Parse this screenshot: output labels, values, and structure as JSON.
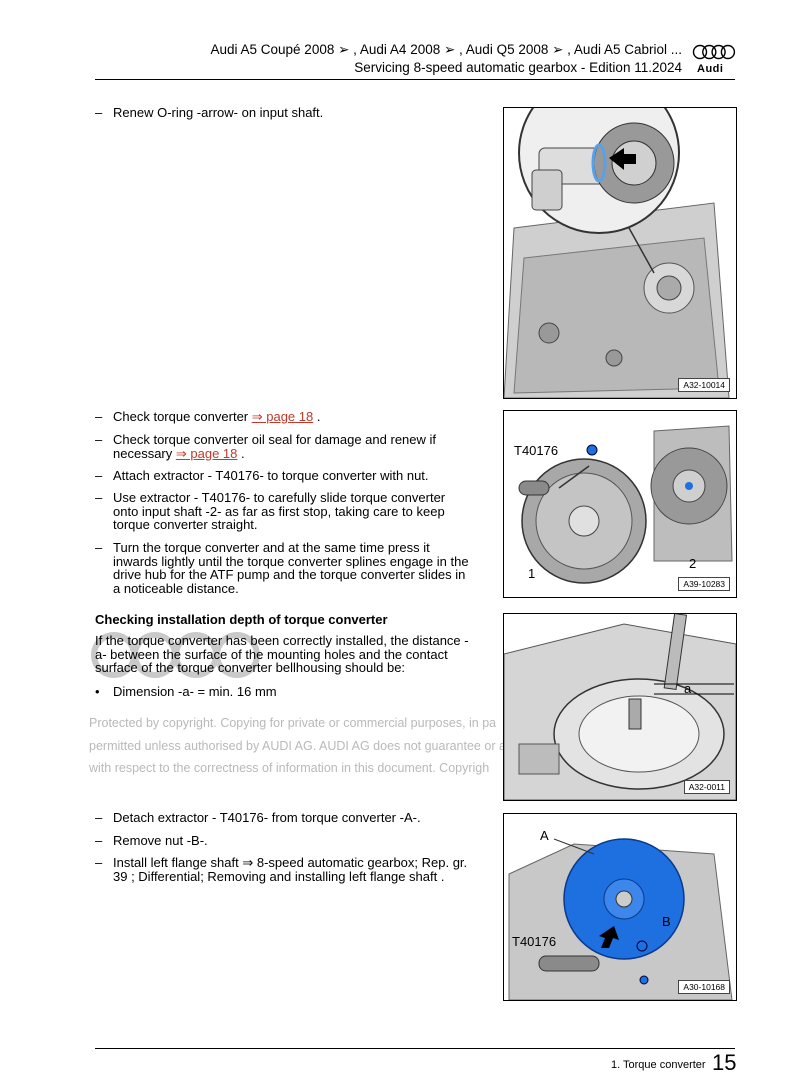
{
  "header": {
    "title_line": "Audi A5 Coupé 2008 ➢ , Audi A4 2008 ➢ , Audi Q5 2008 ➢ , Audi A5 Cabriol ...",
    "subtitle_line": "Servicing 8-speed automatic gearbox - Edition 11.2024",
    "logo_word": "Audi"
  },
  "steps": {
    "s1": "Renew O-ring -arrow- on input shaft.",
    "s2_pre": "Check torque converter ",
    "s2_link": "⇒ page 18",
    "s2_post": " .",
    "s3_pre": "Check torque converter oil seal for damage and renew if necessary ",
    "s3_link": "⇒ page 18",
    "s3_post": " .",
    "s4": "Attach extractor - T40176- to torque converter with nut.",
    "s5": "Use extractor - T40176- to carefully slide torque converter onto input shaft -2- as far as first stop, taking care to keep torque converter straight.",
    "s6": "Turn the torque converter and at the same time press it inwards lightly until the torque converter splines engage in the drive hub for the ATF pump and the torque converter slides in a noticeable distance.",
    "s7": "Detach extractor - T40176- from torque converter -A-.",
    "s8": "Remove nut -B-.",
    "s9": "Install left flange shaft ⇒  8-speed automatic gearbox; Rep. gr.  39 ; Differential; Removing and installing left flange shaft .",
    "dash": "–"
  },
  "section": {
    "heading": "Checking installation depth of torque converter",
    "paragraph": "If the torque converter has been correctly installed, the distance -a- between the surface of the mounting holes and the contact surface of the torque converter bellhousing should be:",
    "bullet_mark": "•",
    "bullet": "Dimension -a- = min. 16 mm"
  },
  "watermark": {
    "line1": "Protected by copyright. Copying for private or commercial purposes, in pa",
    "line2": "permitted unless authorised by AUDI AG. AUDI AG does not guarantee or a",
    "line3": "with respect to the correctness of information in this document. Copyrigh"
  },
  "figures": {
    "fig1": {
      "code": "A32-10014"
    },
    "fig2": {
      "code": "A39-10283",
      "tool": "T40176",
      "label1": "1",
      "label2": "2"
    },
    "fig3": {
      "code": "A32-0011",
      "label_a": "a"
    },
    "fig4": {
      "code": "A30-10168",
      "tool": "T40176",
      "label_a": "A",
      "label_b": "B"
    }
  },
  "footer": {
    "section": "1. Torque converter",
    "page": "15"
  },
  "colors": {
    "link": "#c0392b",
    "highlight_blue": "#1e6fe0",
    "watermark": "#b9b9b9"
  }
}
